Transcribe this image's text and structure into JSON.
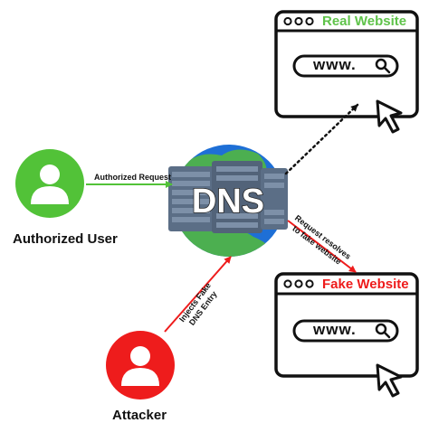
{
  "diagram": {
    "authorized_user": {
      "label": "Authorized User",
      "color": "#52c238"
    },
    "attacker": {
      "label": "Attacker",
      "color": "#ee1c1c"
    },
    "dns": {
      "label": "DNS",
      "globe_color": "#1e6fd6",
      "land_color": "#4caf50",
      "server_color": "#5b6e86"
    },
    "real_site": {
      "title": "Real Website",
      "title_color": "#5fc34a",
      "url_text": "www."
    },
    "fake_site": {
      "title": "Fake Website",
      "title_color": "#ee1c1c",
      "url_text": "www."
    },
    "arrows": {
      "authorized_request": {
        "label": "Authorized Request",
        "color": "#52c238"
      },
      "resolves_fake": {
        "label_line1": "Request resolves",
        "label_line2": "to fake website",
        "color": "#ee1c1c"
      },
      "injects_fake": {
        "label_line1": "Injects Fake",
        "label_line2": "DNS Entry",
        "color": "#ee1c1c"
      },
      "to_real": {
        "style": "dotted",
        "color": "#111111"
      }
    }
  }
}
